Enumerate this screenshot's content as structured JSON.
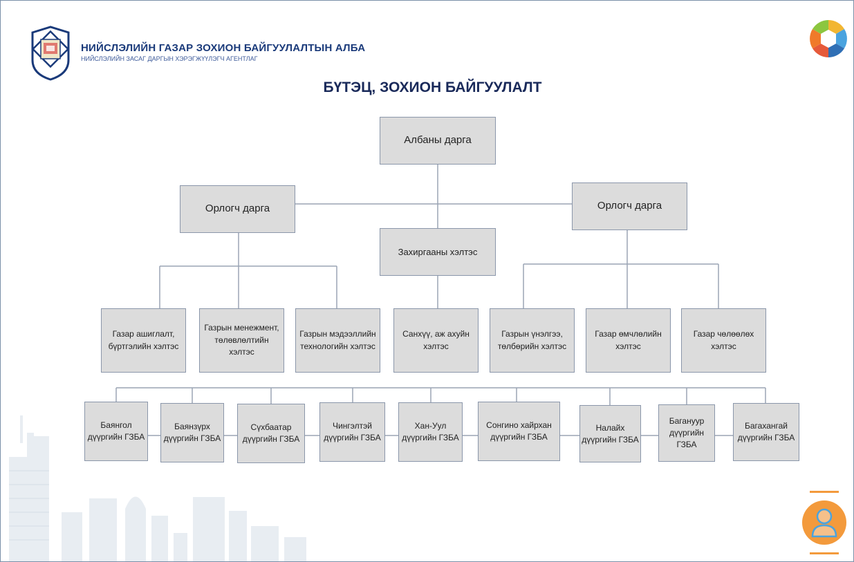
{
  "header": {
    "org_name": "НИЙСЛЭЛИЙН ГАЗАР ЗОХИОН БАЙГУУЛАЛТЫН АЛБА",
    "org_subtitle": "НИЙСЛЭЛИЙН ЗАСАГ ДАРГЫН ХЭРЭГЖҮҮЛЭГЧ АГЕНТЛАГ",
    "title": "БҮТЭЦ, ЗОХИОН БАЙГУУЛАЛТ"
  },
  "orgchart": {
    "head": "Албаны дарга",
    "deputy_left": "Орлогч дарга",
    "deputy_right": "Орлогч дарга",
    "admin": "Захиргааны хэлтэс",
    "departments": [
      "Газар ашиглалт, бүртгэлийн хэлтэс",
      "Газрын менежмент, төлөвлөлтийн хэлтэс",
      "Газрын мэдээллийн технологийн хэлтэс",
      "Санхүү, аж ахуйн хэлтэс",
      "Газрын үнэлгээ, төлбөрийн хэлтэс",
      "Газар өмчлөлийн хэлтэс",
      "Газар чөлөөлөх хэлтэс"
    ],
    "districts": [
      "Баянгол дүүргийн ГЗБА",
      "Баянзүрх дүүргийн ГЗБА",
      "Сүхбаатар дүүргийн ГЗБА",
      "Чингэлтэй дүүргийн ГЗБА",
      "Хан-Уул дүүргийн ГЗБА",
      "Сонгино хайрхан дүүргийн ГЗБА",
      "Налайх дүүргийн ГЗБА",
      "Багануур дүүргийн ГЗБА",
      "Багахангай дүүргийн ГЗБА"
    ]
  },
  "icons": {
    "emblem": "city-emblem-icon",
    "brand": "camera-aperture-logo-icon",
    "user": "user-avatar-icon"
  },
  "colors": {
    "box_fill": "#dcdcdc",
    "box_border": "#8a96aa",
    "line": "#9aa4b4",
    "title": "#1a2a5a",
    "org": "#1a3a7a",
    "avatar": "#f39a3c"
  }
}
